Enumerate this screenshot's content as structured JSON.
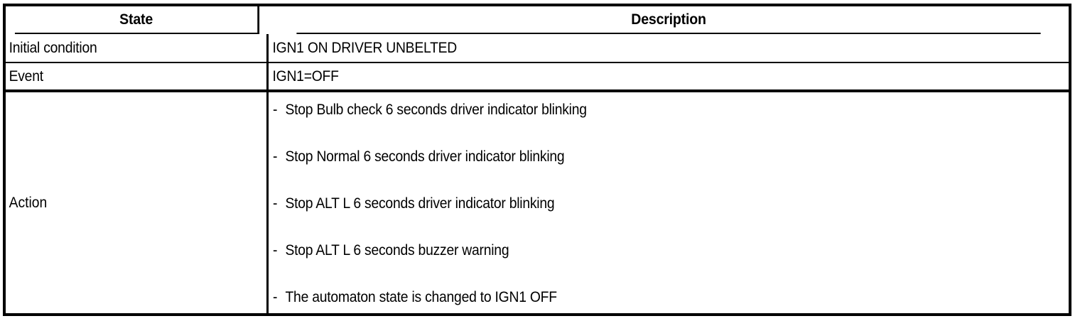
{
  "table": {
    "headers": {
      "state": "State",
      "description": "Description"
    },
    "rows": [
      {
        "state": "Initial condition",
        "description": "IGN1 ON DRIVER UNBELTED"
      },
      {
        "state": "Event",
        "description": "IGN1=OFF"
      }
    ],
    "action_row": {
      "state": "Action",
      "bullet": "-",
      "items": [
        "Stop Bulb check 6 seconds driver indicator blinking",
        "Stop Normal 6 seconds driver indicator blinking",
        "Stop ALT L 6 seconds driver indicator blinking",
        "Stop ALT L 6 seconds buzzer warning",
        "The automaton state is changed to IGN1 OFF"
      ]
    }
  },
  "colors": {
    "border": "#000000",
    "text": "#000000",
    "background": "#ffffff"
  }
}
